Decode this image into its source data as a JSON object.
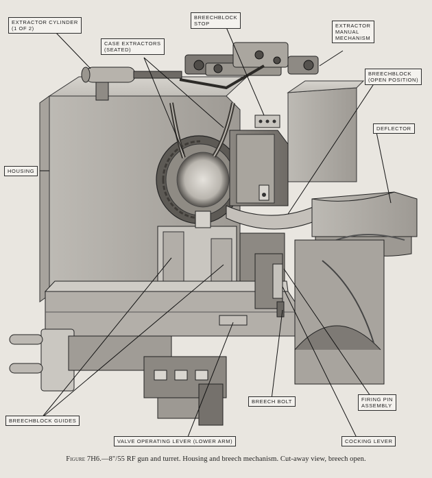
{
  "labels": {
    "extractor_cylinder": "EXTRACTOR CYLINDER\n(1 OF 2)",
    "breechblock_stop": "BREECHBLOCK\nSTOP",
    "extractor_manual": "EXTRACTOR\nMANUAL\nMECHANISM",
    "case_extractors": "CASE EXTRACTORS\n(SEATED)",
    "breechblock_open": "BREECHBLOCK\n(OPEN POSITION)",
    "deflector": "DEFLECTOR",
    "housing": "HOUSING",
    "breechblock_guides": "BREECHBLOCK GUIDES",
    "breech_bolt": "BREECH BOLT",
    "firing_pin_assembly": "FIRING PIN\nASSEMBLY",
    "valve_operating_lever": "VALVE OPERATING LEVER (LOWER ARM)",
    "cocking_lever": "COCKING LEVER"
  },
  "caption": {
    "figure_label": "Figure 7H6.",
    "text": "—8\"/55 RF gun and turret.   Housing and breech mechanism.   Cut-away view, breech open."
  }
}
